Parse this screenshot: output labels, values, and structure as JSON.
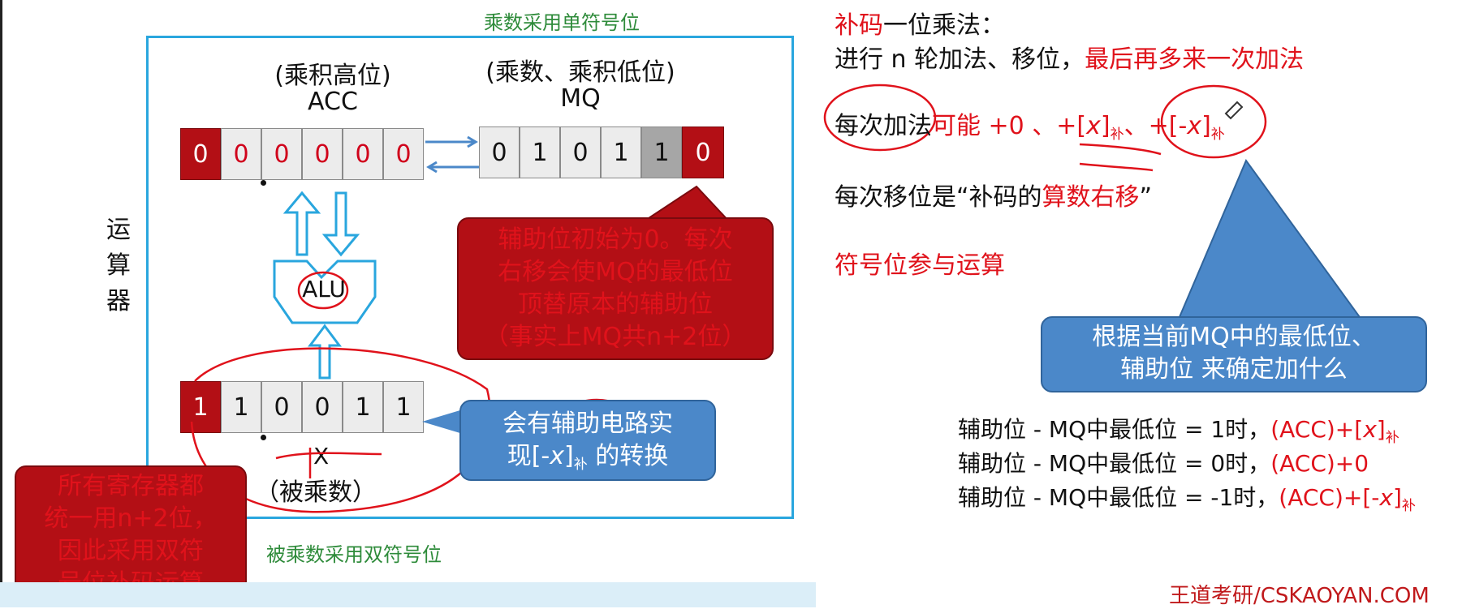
{
  "top_note": "乘数采用单符号位",
  "bottom_note": "被乘数采用双符号位",
  "acc": {
    "caption_top": "(乘积高位)",
    "caption_name": "ACC",
    "cells": [
      "0",
      "0",
      "0",
      "0",
      "0",
      "0"
    ]
  },
  "mq": {
    "caption_top": "(乘数、乘积低位)",
    "caption_name": "MQ",
    "cells": [
      "0",
      "1",
      "0",
      "1",
      "1",
      "0"
    ]
  },
  "x_reg": {
    "cells": [
      "1",
      "1",
      "0",
      "0",
      "1",
      "1"
    ],
    "name": "X",
    "caption": "（被乘数）"
  },
  "alu_label": "ALU",
  "side_label": [
    "运",
    "算",
    "器"
  ],
  "callouts": {
    "aux_bit": [
      "辅助位初始为0。每次",
      "右移会使MQ的最低位",
      "顶替原本的辅助位",
      "（事实上MQ共n+2位）"
    ],
    "circuit": {
      "line1": "会有辅助电路实",
      "line2a": "现[-",
      "line2x": "x",
      "line2b": "]",
      "line2sub": "补",
      "line2c": " 的转换"
    },
    "registers": [
      "所有寄存器都",
      "统一用n+2位，",
      "因此采用双符",
      "号位补码运算"
    ],
    "decide": [
      "根据当前MQ中的最低位、",
      "辅助位 来确定加什么"
    ]
  },
  "right": {
    "title_red": "补码",
    "title_rest": "一位乘法：",
    "line2_black": "进行 n 轮加法、移位，",
    "line2_red": "最后再多来一次加法",
    "line3_black": "每次加法",
    "line3_red": "可能 +0 、+[",
    "line3_x": "x",
    "line3_close": "]",
    "line3_sub": "补",
    "line3_sep": "、",
    "line3_b": "+[-",
    "line3_bx": "x",
    "line3_bclose": "]",
    "line3_bsub": "补",
    "line4_black": "每次移位是“补码的",
    "line4_red": "算数右移",
    "line4_end": "”",
    "line5": "符号位参与运算",
    "rules": [
      {
        "text": "辅助位 - MQ中最低位 = 1时，",
        "red": "(ACC)+[",
        "x": "x",
        "close": "]",
        "sub": "补"
      },
      {
        "text": "辅助位 - MQ中最低位 = 0时，",
        "red": "(ACC)+0",
        "x": "",
        "close": "",
        "sub": ""
      },
      {
        "text": "辅助位 - MQ中最低位 = -1时，",
        "red": "(ACC)+[-",
        "x": "x",
        "close": "]",
        "sub": "补"
      }
    ]
  },
  "watermark": "王道考研/CSKAOYAN.COM",
  "colors": {
    "red": "#e0121b",
    "dark_red": "#b30f15",
    "blue": "#4b88c9",
    "cyan": "#29a6de",
    "green": "#2e8b3a"
  }
}
